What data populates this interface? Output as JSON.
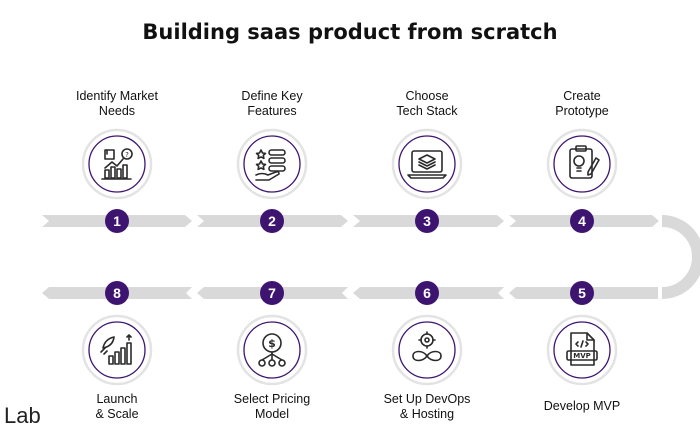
{
  "title": "Building saas product from scratch",
  "brand_fragment": "Lab",
  "colors": {
    "accent": "#3d1570",
    "track": "#d9d9d9",
    "icon_stroke": "#2a2a2a"
  },
  "steps": [
    {
      "number": "1",
      "label_lines": [
        "Identify Market",
        "Needs"
      ],
      "icon": "market-analysis-icon"
    },
    {
      "number": "2",
      "label_lines": [
        "Define Key",
        "Features"
      ],
      "icon": "feature-list-icon"
    },
    {
      "number": "3",
      "label_lines": [
        "Choose",
        "Tech Stack"
      ],
      "icon": "tech-stack-icon"
    },
    {
      "number": "4",
      "label_lines": [
        "Create",
        "Prototype"
      ],
      "icon": "prototype-icon"
    },
    {
      "number": "5",
      "label_lines": [
        "Develop MVP"
      ],
      "icon": "mvp-document-icon"
    },
    {
      "number": "6",
      "label_lines": [
        "Set Up DevOps",
        "& Hosting"
      ],
      "icon": "devops-infinity-icon"
    },
    {
      "number": "7",
      "label_lines": [
        "Select Pricing",
        "Model"
      ],
      "icon": "pricing-icon"
    },
    {
      "number": "8",
      "label_lines": [
        "Launch",
        "& Scale"
      ],
      "icon": "launch-rocket-icon"
    }
  ]
}
